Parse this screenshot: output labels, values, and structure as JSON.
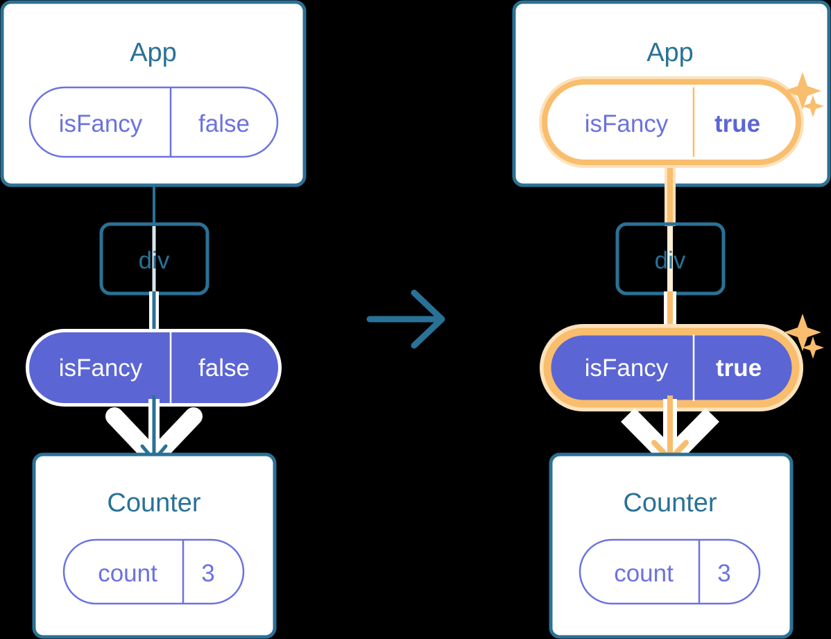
{
  "diagram": {
    "type": "react-state-propagation",
    "title_left": "before",
    "title_right": "after",
    "colors": {
      "box_border": "#2a7196",
      "box_fill": "#ffffff",
      "heading_text": "#2a7196",
      "pill_stroke": "#6b72e0",
      "pill_text": "#6b72e0",
      "pill_filled_bg": "#5b65d4",
      "pill_filled_text": "#ffffff",
      "highlight_ring": "#f9bd6e",
      "highlight_glow": "#fce2bb",
      "arrow_blue": "#2a7196",
      "arrow_orange": "#f9bd6e",
      "halo_white": "#ffffff",
      "line_faded": "#d7e6ee",
      "line_faded_orange": "#fdeed6",
      "background": "#000000"
    },
    "panels": [
      {
        "id": "before",
        "highlighted": false,
        "sparkles": false,
        "app": {
          "label": "App",
          "pill": {
            "name": "isFancy",
            "value": "false",
            "style": "outline"
          }
        },
        "div": {
          "label": "div"
        },
        "prop_pill": {
          "name": "isFancy",
          "value": "false",
          "style": "filled"
        },
        "counter": {
          "label": "Counter",
          "pill": {
            "name": "count",
            "value": "3",
            "style": "outline"
          }
        }
      },
      {
        "id": "after",
        "highlighted": true,
        "sparkles": true,
        "app": {
          "label": "App",
          "pill": {
            "name": "isFancy",
            "value": "true",
            "style": "outline",
            "value_bold": true
          }
        },
        "div": {
          "label": "div"
        },
        "prop_pill": {
          "name": "isFancy",
          "value": "true",
          "style": "filled",
          "value_bold": true
        },
        "counter": {
          "label": "Counter",
          "pill": {
            "name": "count",
            "value": "3",
            "style": "outline"
          }
        }
      }
    ],
    "transition_arrow": {
      "name": "right-arrow",
      "direction": "right",
      "color": "#2a7196"
    },
    "sparkle_icons": [
      {
        "name": "sparkle-large",
        "size": "large"
      },
      {
        "name": "sparkle-small",
        "size": "small"
      }
    ]
  }
}
